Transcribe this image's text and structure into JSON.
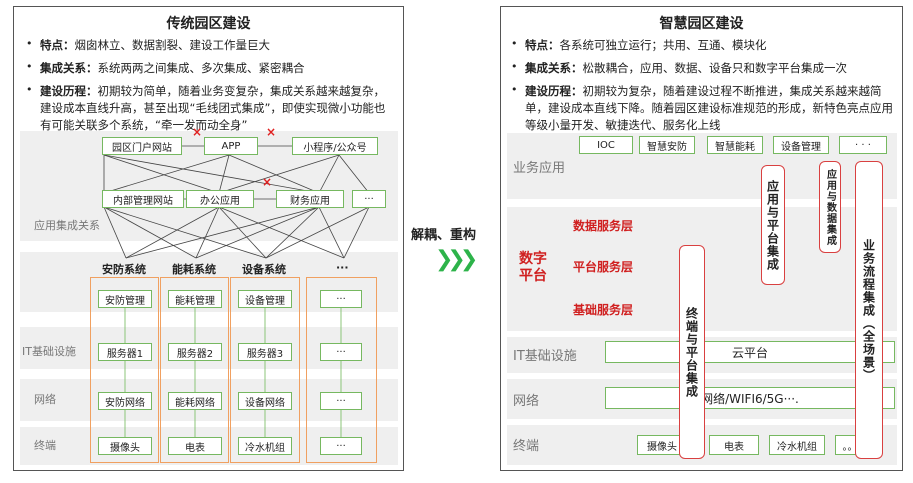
{
  "middle": {
    "label": "解耦、重构",
    "arrow": "❯❯❯"
  },
  "left": {
    "title": "传统园区建设",
    "bullets": [
      {
        "key": "特点：",
        "text": "烟囱林立、数据割裂、建设工作量巨大"
      },
      {
        "key": "集成关系：",
        "text": "系统两两之间集成、多次集成、紧密耦合"
      },
      {
        "key": "建设历程：",
        "text": "初期较为简单，随着业务变复杂，集成关系越来越复杂，建设成本直线升高，甚至出现“毛线团式集成”，即使实现微小功能也有可能关联多个系统，“牵一发而动全身”"
      }
    ],
    "app_row1": [
      "园区门户网站",
      "APP",
      "小程序/公众号"
    ],
    "app_row2": [
      "内部管理网站",
      "办公应用",
      "财务应用",
      "···"
    ],
    "app_integration_label": "应用集成关系",
    "systems": [
      "安防系统",
      "能耗系统",
      "设备系统",
      "···"
    ],
    "row_labels": [
      "IT基础设施",
      "网络",
      "终端"
    ],
    "mgmt": [
      "安防管理",
      "能耗管理",
      "设备管理",
      "···"
    ],
    "servers": [
      "服务器1",
      "服务器2",
      "服务器3",
      "···"
    ],
    "networks": [
      "安防网络",
      "能耗网络",
      "设备网络",
      "···"
    ],
    "terminals": [
      "摄像头",
      "电表",
      "冷水机组",
      "···"
    ],
    "x_mark": "×"
  },
  "right": {
    "title": "智慧园区建设",
    "bullets": [
      {
        "key": "特点：",
        "text": "各系统可独立运行；共用、互通、模块化"
      },
      {
        "key": "集成关系：",
        "text": "松散耦合，应用、数据、设备只和数字平台集成一次"
      },
      {
        "key": "建设历程：",
        "text": "初期较为复杂，随着建设过程不断推进，集成关系越来越简单，建设成本直线下降。随着园区建设标准规范的形成，新特色亮点应用等级小量开发、敏捷迭代、服务化上线"
      }
    ],
    "apps": [
      "IOC",
      "智慧安防",
      "智慧能耗",
      "设备管理",
      "· · ·"
    ],
    "business_label": "业务应用",
    "platform_label": "数字平台",
    "layers": [
      "数据服务层",
      "平台服务层",
      "基础服务层"
    ],
    "row_labels": [
      "IT基础设施",
      "网络",
      "终端"
    ],
    "cloud": "云平台",
    "network": "网络/WIFI6/5G···.",
    "terminals": [
      "摄像头",
      "电表",
      "冷水机组",
      "。。"
    ],
    "integrations": [
      "应用与平台集成",
      "应用与数据集成",
      "业务流程集成（全场景）",
      "终端与平台集成"
    ]
  }
}
